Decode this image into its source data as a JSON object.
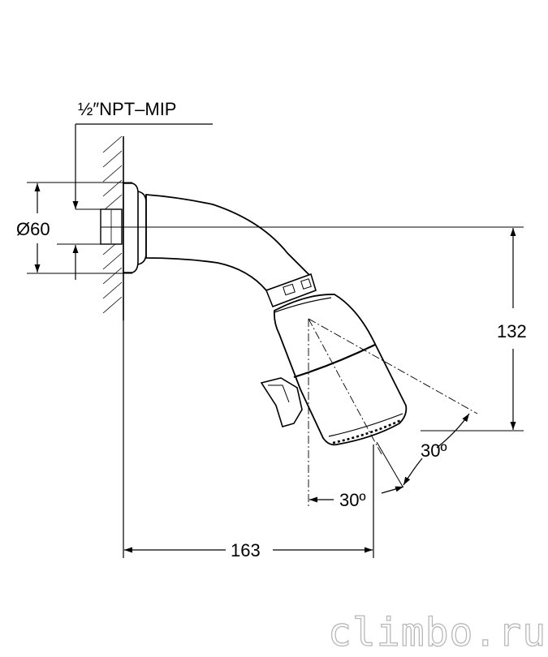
{
  "thread_label": "½″NPT–MIP",
  "dimensions": {
    "flange_diameter": "Ø60",
    "projection": "163",
    "height": "132",
    "tilt_angle_1": "30º",
    "tilt_angle_2": "30º"
  },
  "watermark": "climbo.ru",
  "colors": {
    "line": "#000000",
    "watermark": "#b8b8b8"
  }
}
